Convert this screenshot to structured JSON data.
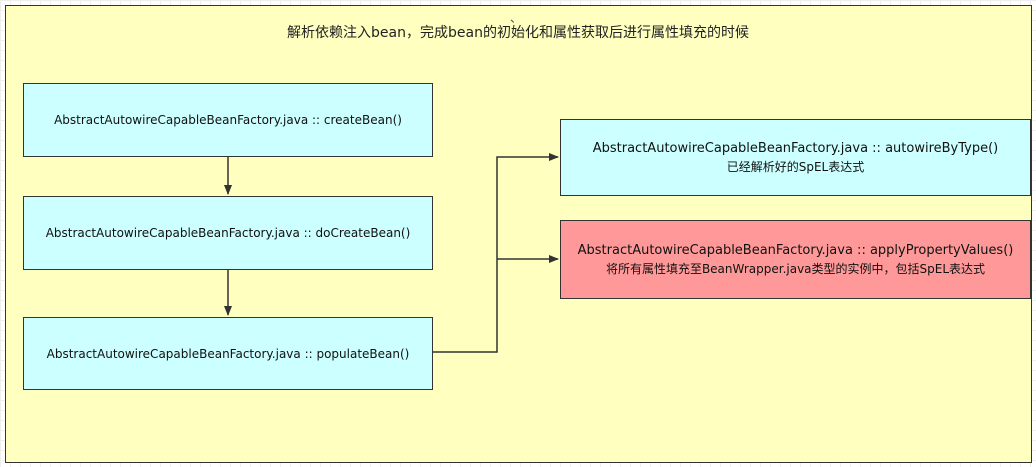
{
  "title": "解析依赖注入bean，完成bean的初始化和属性获取后进行属性填充的时候",
  "tick_mark": "、",
  "nodes": {
    "create_bean": "AbstractAutowireCapableBeanFactory.java :: createBean()",
    "do_create_bean": "AbstractAutowireCapableBeanFactory.java :: doCreateBean()",
    "populate_bean": "AbstractAutowireCapableBeanFactory.java :: populateBean()",
    "autowire_by_type": {
      "title": "AbstractAutowireCapableBeanFactory.java :: autowireByType()",
      "subtitle": "已经解析好的SpEL表达式"
    },
    "apply_property_values": {
      "title": "AbstractAutowireCapableBeanFactory.java :: applyPropertyValues()",
      "subtitle": "将所有属性填充至BeanWrapper.java类型的实例中，包括SpEL表达式"
    }
  },
  "colors": {
    "canvas": "#ffffc0",
    "node_blue": "#ccffff",
    "node_red": "#ff9999",
    "stroke": "#333333"
  }
}
